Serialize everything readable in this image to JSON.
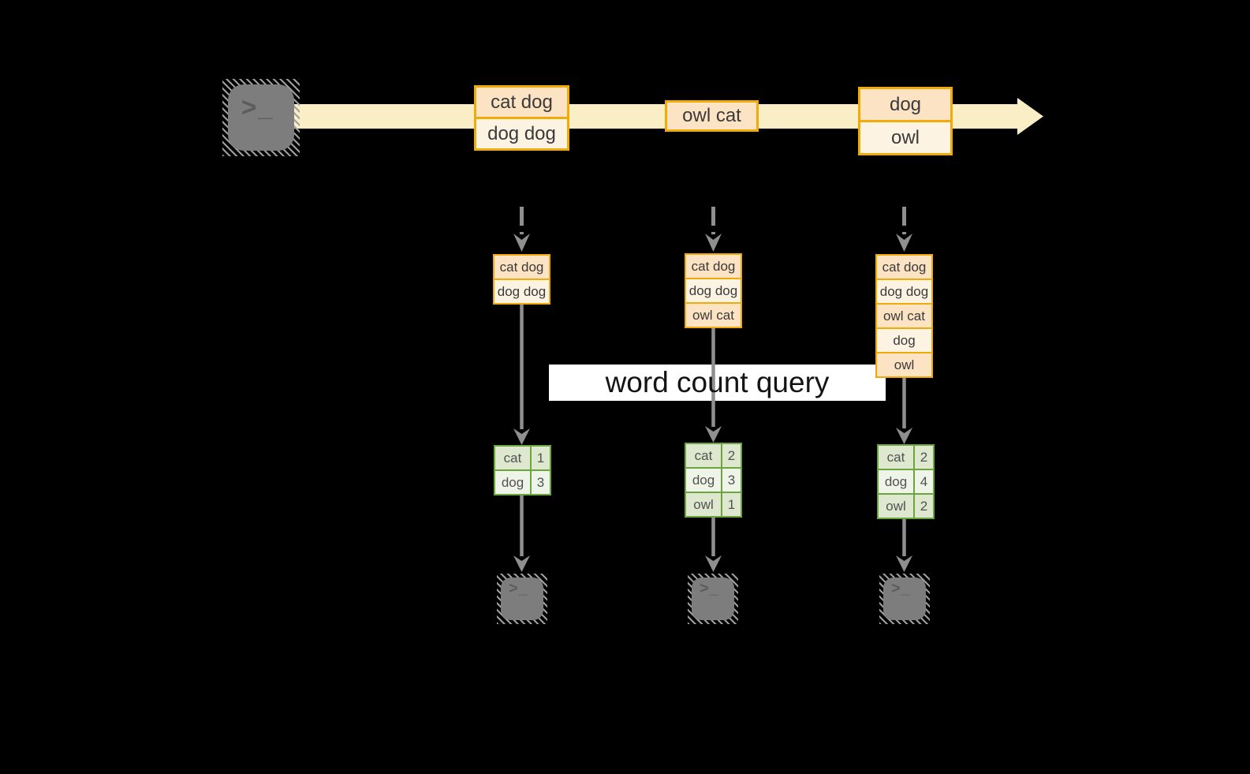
{
  "terminal_prompt": ">_",
  "stream": {
    "events": [
      {
        "rows": [
          "cat dog",
          "dog dog"
        ]
      },
      {
        "rows": [
          "owl cat"
        ]
      },
      {
        "rows": [
          "dog",
          "owl"
        ]
      }
    ]
  },
  "query": {
    "label": "word count query"
  },
  "columns": [
    {
      "buffer": [
        "cat dog",
        "dog dog"
      ],
      "counts": [
        [
          "cat",
          "1"
        ],
        [
          "dog",
          "3"
        ]
      ]
    },
    {
      "buffer": [
        "cat dog",
        "dog dog",
        "owl cat"
      ],
      "counts": [
        [
          "cat",
          "2"
        ],
        [
          "dog",
          "3"
        ],
        [
          "owl",
          "1"
        ]
      ]
    },
    {
      "buffer": [
        "cat dog",
        "dog dog",
        "owl cat",
        "dog",
        "owl"
      ],
      "counts": [
        [
          "cat",
          "2"
        ],
        [
          "dog",
          "4"
        ],
        [
          "owl",
          "2"
        ]
      ]
    }
  ],
  "colors": {
    "gold": "#f0ab08",
    "peach": "#fce3c3",
    "cream": "#fdf3e2",
    "band": "#faeec6",
    "green": "#6ca43e",
    "cellA": "#dde8cf",
    "cellB": "#eff4e8",
    "arrow": "#8f8f8f",
    "termbg": "#7d7d7d",
    "hatch": "#9e9e9e",
    "promptc": "#5c5c5c",
    "evtText": "#3a3a3a",
    "tblText": "#525252",
    "bannerBg": "#ffffff",
    "bannerText": "#141414"
  }
}
